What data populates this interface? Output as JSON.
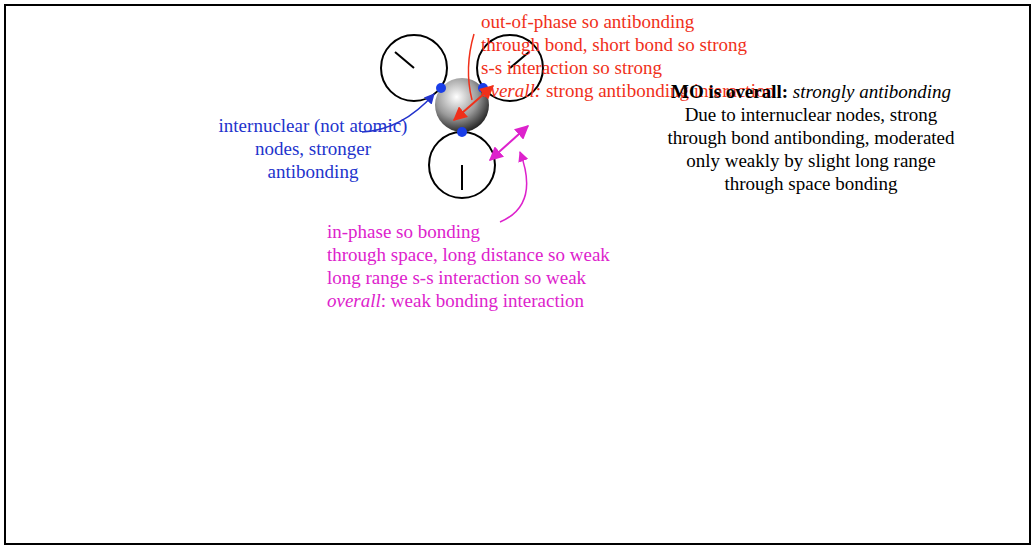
{
  "diagram": {
    "labels": [
      "out-of-phase so antibonding",
      "through bond, short bond so strong",
      "s-s interaction so strong",
      "overall:",
      "strong antibonding interaction",
      "internuclear (not atomic)",
      "nodes, stronger",
      "antibonding",
      "MO is overall:",
      "strongly antibonding",
      "Due to internuclear nodes, strong",
      "through bond antibonding, moderated",
      "only weakly by slight long range",
      "through space bonding",
      "in-phase so bonding",
      "through space, long distance so weak",
      "long range s-s interaction so weak",
      "overall",
      ": weak bonding interaction"
    ]
  }
}
